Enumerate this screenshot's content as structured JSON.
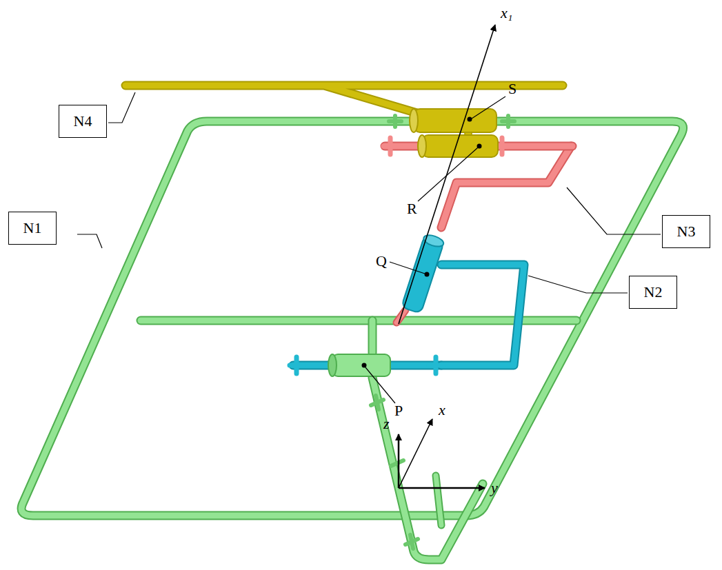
{
  "diagram": {
    "nodes": [
      {
        "text": [
          "N4"
        ]
      },
      {
        "text": [
          "N1"
        ]
      },
      {
        "text": [
          "N3"
        ]
      },
      {
        "text": [
          "N2"
        ]
      }
    ],
    "labels": [
      "S",
      "R",
      "Q",
      "P",
      "x₁",
      "z",
      "x",
      "y"
    ]
  }
}
